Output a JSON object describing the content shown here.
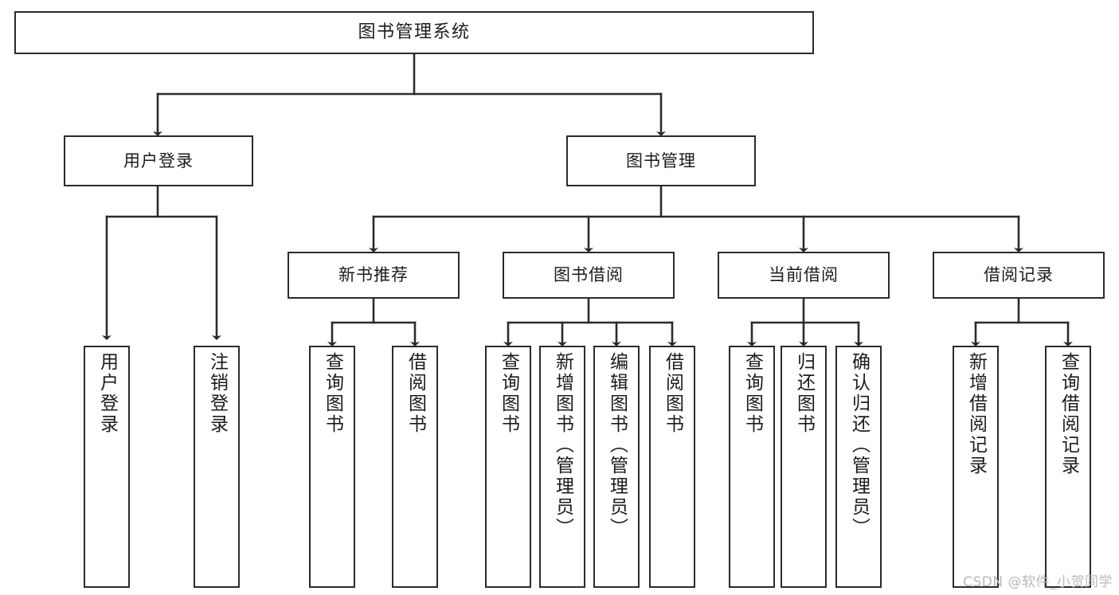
{
  "diagram": {
    "title": "图书管理系统",
    "type": "tree-hierarchy",
    "watermark": "CSDN @软件_小贺同学",
    "colors": {
      "stroke": "#2b2b2b",
      "fill": "#ffffff",
      "text": "#1c1c1c",
      "watermark": "#b9b9b9"
    },
    "nodes": {
      "root": {
        "label": "图书管理系统"
      },
      "level1": [
        {
          "id": "user-login",
          "label": "用户登录"
        },
        {
          "id": "book-manage",
          "label": "图书管理"
        }
      ],
      "level2": [
        {
          "id": "new-book-recommend",
          "label": "新书推荐"
        },
        {
          "id": "book-borrow",
          "label": "图书借阅"
        },
        {
          "id": "current-borrow",
          "label": "当前借阅"
        },
        {
          "id": "borrow-record",
          "label": "借阅记录"
        }
      ],
      "leaves": {
        "user-login": [
          {
            "id": "leaf-user-login",
            "label": "用户登录"
          },
          {
            "id": "leaf-logout",
            "label": "注销登录"
          }
        ],
        "new-book-recommend": [
          {
            "id": "leaf-query-book-1",
            "label": "查询图书"
          },
          {
            "id": "leaf-borrow-book-1",
            "label": "借阅图书"
          }
        ],
        "book-borrow": [
          {
            "id": "leaf-query-book-2",
            "label": "查询图书"
          },
          {
            "id": "leaf-add-book",
            "label": "新增图书（管理员）"
          },
          {
            "id": "leaf-edit-book",
            "label": "编辑图书（管理员）"
          },
          {
            "id": "leaf-borrow-book-2",
            "label": "借阅图书"
          }
        ],
        "current-borrow": [
          {
            "id": "leaf-query-book-3",
            "label": "查询图书"
          },
          {
            "id": "leaf-return-book",
            "label": "归还图书"
          },
          {
            "id": "leaf-confirm-return",
            "label": "确认归还（管理员）"
          }
        ],
        "borrow-record": [
          {
            "id": "leaf-add-record",
            "label": "新增借阅记录"
          },
          {
            "id": "leaf-query-record",
            "label": "查询借阅记录"
          }
        ]
      }
    }
  }
}
